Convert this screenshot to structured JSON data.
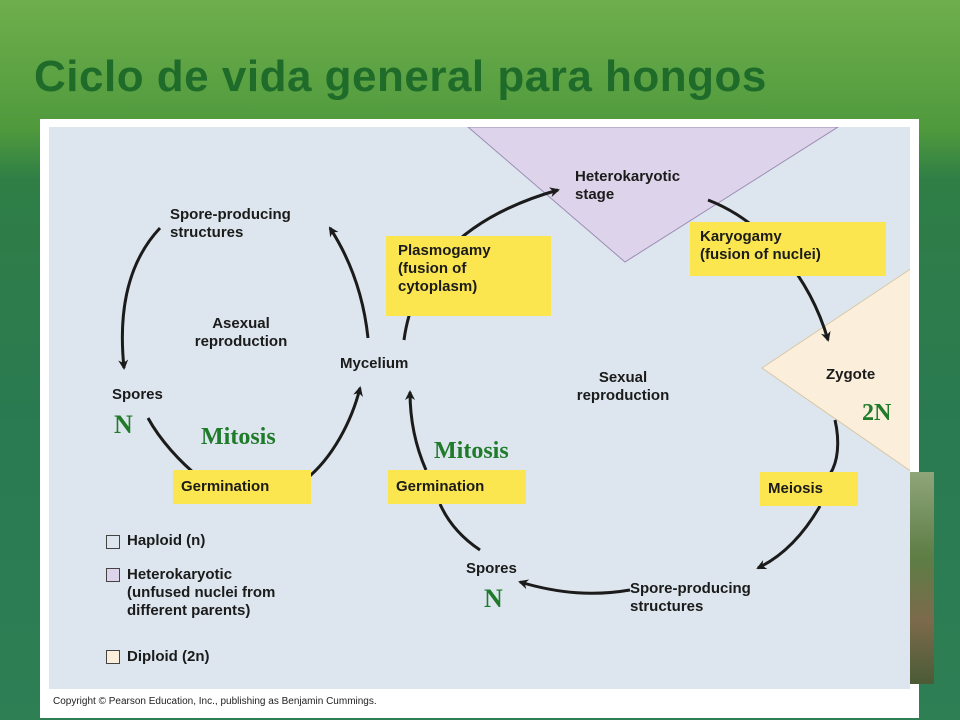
{
  "title": "Ciclo de vida general para hongos",
  "colors": {
    "haploid": "#dde6ee",
    "heterokaryotic": "#ddd3ea",
    "diploid": "#fbefdb",
    "box_yellow": "#fbe650",
    "annotation_green": "#1f7a2a",
    "title_green": "#1e6b2a"
  },
  "diagram": {
    "heterokaryotic_stage": "Heterokaryotic\nstage",
    "karyogamy": "Karyogamy\n(fusion of nuclei)",
    "zygote": "Zygote",
    "meiosis": "Meiosis",
    "spore_producing_sexual": "Spore-producing\nstructures",
    "spores_sexual": "Spores",
    "germination_sexual": "Germination",
    "mycelium": "Mycelium",
    "plasmogamy": "Plasmogamy\n(fusion of\ncytoplasm)",
    "sexual_reproduction": "Sexual\nreproduction",
    "spore_producing_asexual": "Spore-producing\nstructures",
    "asexual_reproduction": "Asexual\nreproduction",
    "spores_asexual": "Spores",
    "germination_asexual": "Germination"
  },
  "annotations": {
    "n_asexual": "N",
    "mitosis_asexual": "Mitosis",
    "mitosis_sexual": "Mitosis",
    "n_sexual": "N",
    "two_n": "2N"
  },
  "legend": [
    {
      "label": "Haploid (n)",
      "color_key": "haploid"
    },
    {
      "label": "Heterokaryotic\n(unfused nuclei from\ndifferent parents)",
      "color_key": "heterokaryotic"
    },
    {
      "label": "Diploid (2n)",
      "color_key": "diploid"
    }
  ],
  "copyright": "Copyright © Pearson Education, Inc., publishing as Benjamin Cummings."
}
